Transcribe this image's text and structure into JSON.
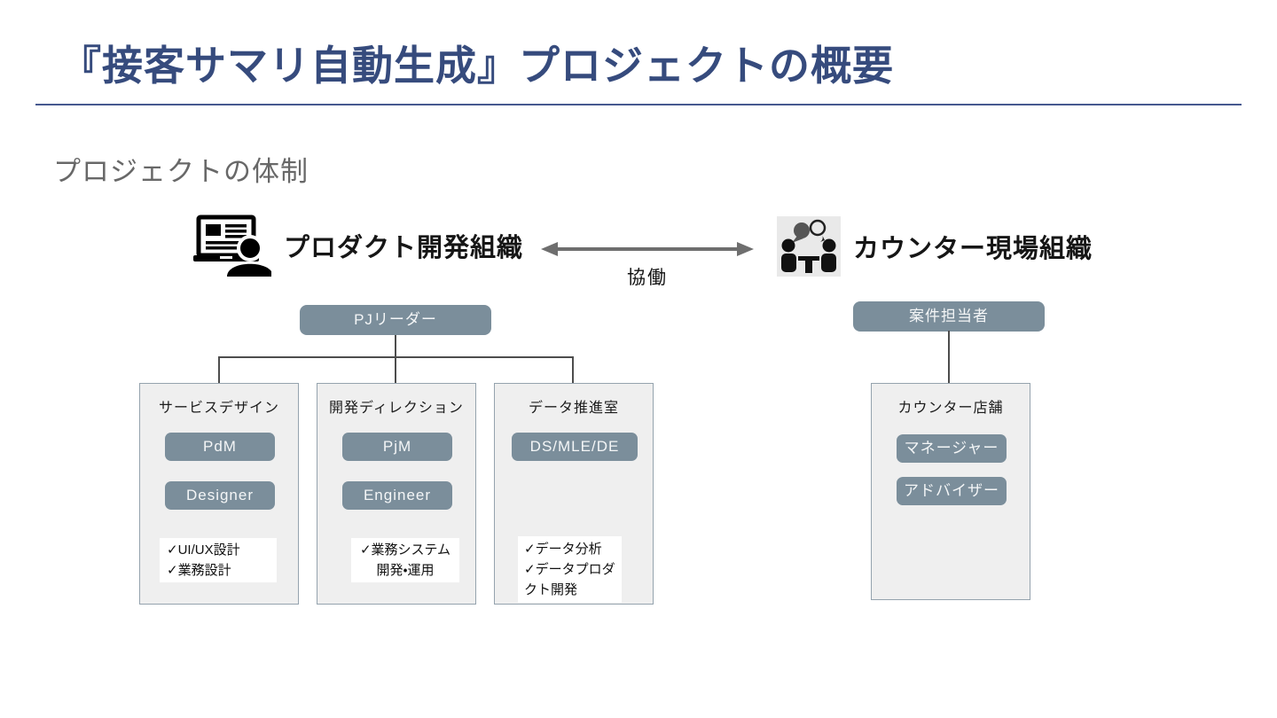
{
  "slide": {
    "title": "『接客サマリ自動生成』プロジェクトの概要",
    "section_heading": "プロジェクトの体制"
  },
  "colors": {
    "title_navy": "#364B7D",
    "rule_blue": "#46598F",
    "node_slate": "#7B8E9B",
    "container_bg": "#EFEFEF",
    "container_border": "#95A3AE",
    "connector_gray": "#4D4D4D",
    "arrow_gray": "#6E6E6E",
    "heading_gray": "#686868"
  },
  "diagram": {
    "left_org": {
      "icon": "person-at-laptop-icon",
      "label": "プロダクト開発組織",
      "leader": "PJリーダー",
      "columns": [
        {
          "title": "サービスデザイン",
          "roles": [
            "PdM",
            "Designer"
          ],
          "tasks": [
            "✓UI/UX設計",
            "✓業務設計"
          ]
        },
        {
          "title": "開発ディレクション",
          "roles": [
            "PjM",
            "Engineer"
          ],
          "tasks": [
            "✓業務システム",
            "開発・運用"
          ]
        },
        {
          "title": "データ推進室",
          "roles": [
            "DS/MLE/DE"
          ],
          "tasks": [
            "✓データ分析",
            "✓データプロダクト開発"
          ]
        }
      ]
    },
    "relation": {
      "label": "協働"
    },
    "right_org": {
      "icon": "counter-meeting-icon",
      "label": "カウンター現場組織",
      "leader": "案件担当者",
      "columns": [
        {
          "title": "カウンター店舗",
          "roles": [
            "マネージャー",
            "アドバイザー"
          ],
          "tasks": []
        }
      ]
    }
  }
}
